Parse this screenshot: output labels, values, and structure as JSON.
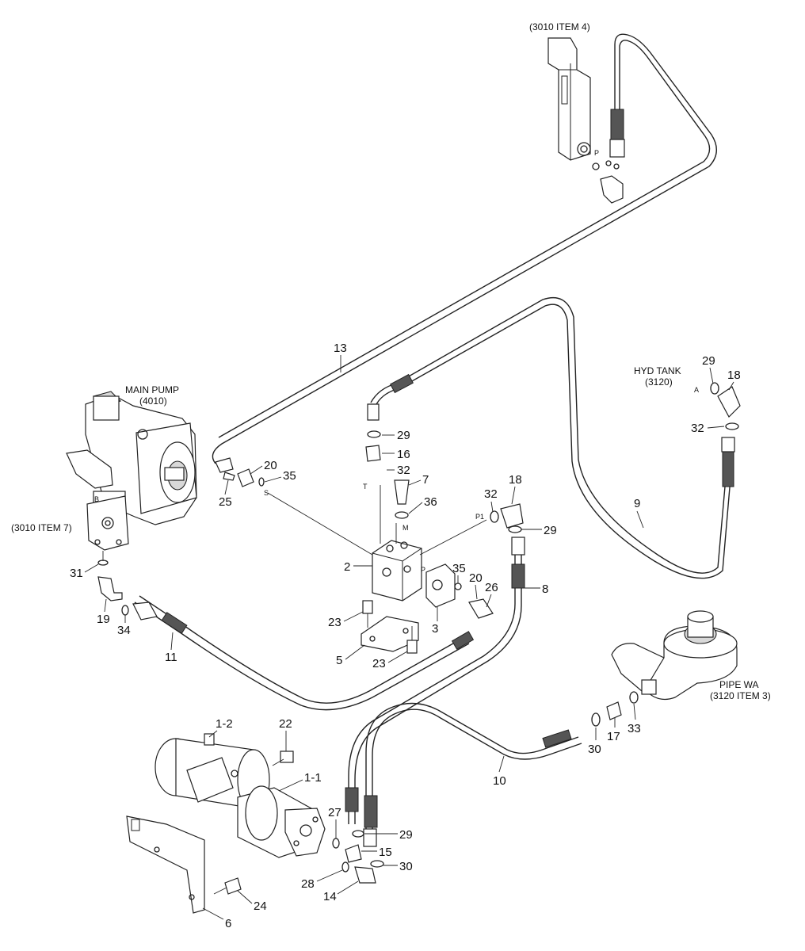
{
  "captions": {
    "main_pump": [
      "MAIN PUMP",
      "(4010)"
    ],
    "item4": "(3010 ITEM 4)",
    "item7": "(3010 ITEM 7)",
    "hyd_tank": [
      "HYD TANK",
      "(3120)"
    ],
    "pipe_wa": [
      "PIPE WA",
      "(3120 ITEM 3)"
    ]
  },
  "port_labels": {
    "p_top": "P",
    "a_tank": "A",
    "b_pump": "B",
    "s": "S",
    "t": "T",
    "m": "M",
    "p1": "P1",
    "p_block": "P"
  },
  "callouts": {
    "c13": "13",
    "c29_tank": "29",
    "c18_tank": "18",
    "c32_tank": "32",
    "c9": "9",
    "c20_left": "20",
    "c35_left": "35",
    "c25": "25",
    "c29_mid": "29",
    "c16": "16",
    "c32_mid": "32",
    "c7": "7",
    "c36": "36",
    "c32_p1": "32",
    "c18_p1": "18",
    "c29_p1": "29",
    "c2": "2",
    "c35_mid": "35",
    "c20_mid": "20",
    "c26": "26",
    "c8": "8",
    "c3": "3",
    "c23_top": "23",
    "c23_bot": "23",
    "c5": "5",
    "c31": "31",
    "c19": "19",
    "c34": "34",
    "c11": "11",
    "c1_2": "1-2",
    "c22": "22",
    "c1_1": "1-1",
    "c27": "27",
    "c29_bot": "29",
    "c15": "15",
    "c30_bot": "30",
    "c28": "28",
    "c14": "14",
    "c24": "24",
    "c6": "6",
    "c10": "10",
    "c30_pipe": "30",
    "c17": "17",
    "c33": "33"
  }
}
